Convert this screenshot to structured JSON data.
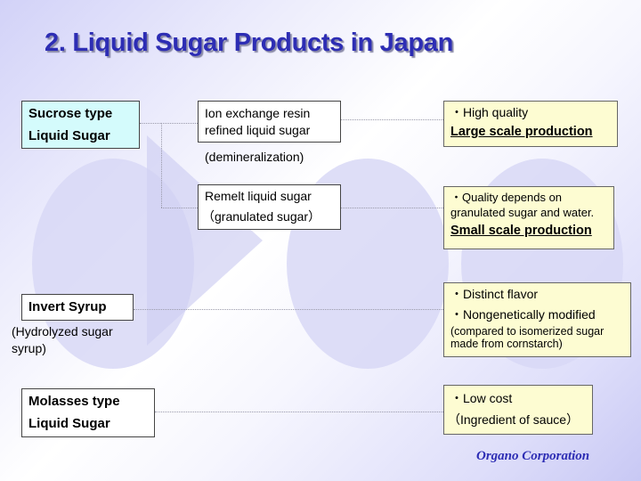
{
  "slide": {
    "title": "2. Liquid Sugar Products in Japan",
    "footer": "Organo Corporation",
    "colors": {
      "title": "#2d2db4",
      "category_highlight": "#d4fbfc",
      "feature_box": "#fdfcd2",
      "footer": "#2d2db4"
    }
  },
  "categories": [
    {
      "line1": "Sucrose type",
      "line2": "Liquid Sugar"
    },
    {
      "line1": "Invert Syrup",
      "note_line1": "(Hydrolyzed sugar",
      "note_line2": "syrup)"
    },
    {
      "line1": "Molasses type",
      "line2": "Liquid Sugar"
    }
  ],
  "subtypes": [
    {
      "line1": "Ion exchange resin",
      "line2": "refined liquid sugar",
      "note": "(demineralization)"
    },
    {
      "line1": "Remelt liquid sugar",
      "line2": "（granulated sugar）"
    }
  ],
  "features": [
    {
      "bullet1": "・High quality",
      "emphasis": "Large scale production"
    },
    {
      "bullet1": "・Quality depends on",
      "bullet1_cont": "granulated sugar and water.",
      "emphasis": "Small scale production"
    },
    {
      "bullet1": "・Distinct flavor",
      "bullet2": "・Nongenetically modified",
      "note_line1": "(compared to isomerized sugar",
      "note_line2": "made from cornstarch)"
    },
    {
      "bullet1": "・Low cost",
      "bullet2": "（Ingredient of sauce）"
    }
  ]
}
